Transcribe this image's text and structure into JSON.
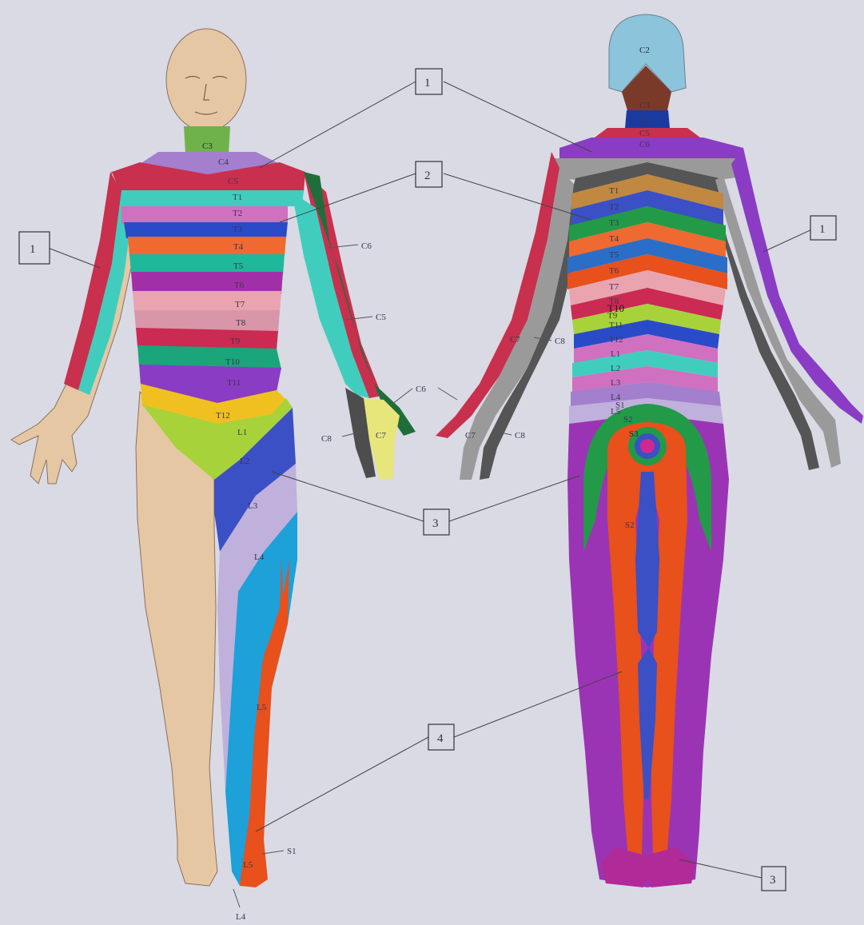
{
  "colors": {
    "background": "#d9dae4",
    "skin": "#e6c7a3",
    "C2": "#8cc4dc",
    "C3": "#6fb24a",
    "C4": "#a37fce",
    "C5": "#c8304e",
    "C6": "#1f6e3a",
    "C7": "#e6e67a",
    "C8": "#4d4d4d",
    "T1": "#41cdbe",
    "T2": "#d070c0",
    "T3": "#2a4bc8",
    "T4": "#ee6a30",
    "T5": "#1eb89a",
    "T6": "#a130a8",
    "T7": "#e9a4b0",
    "T8": "#d896a8",
    "T9": "#cb2a52",
    "T10": "#1aa57a",
    "T11": "#8a3cc4",
    "T12": "#f0c020",
    "L1": "#a8d23a",
    "L2": "#3a50c4",
    "L3": "#c0b0dc",
    "L4": "#1ea0d8",
    "L5": "#e8501c",
    "S1": "#e8501c",
    "S2": "#9b34b4",
    "S3": "#229a48",
    "S45": "#d02890",
    "grey": "#9a9a9a",
    "darkgrey": "#555555",
    "brown": "#7a3a2a",
    "navy": "#1a3aa0"
  },
  "front": {
    "labels": {
      "C3": "C3",
      "C4": "C4",
      "C5": "C5",
      "T1": "T1",
      "T2": "T2",
      "T3": "T3",
      "T4": "T4",
      "T5": "T5",
      "T6": "T6",
      "T7": "T7",
      "T8": "T8",
      "T9": "T9",
      "T10": "T10",
      "T11": "T11",
      "T12": "T12",
      "L1": "L1",
      "L2": "L2",
      "L3": "L3",
      "L4": "L4",
      "L5": "L5",
      "C6": "C6",
      "C5b": "C5",
      "C6b": "C6",
      "C7": "C7",
      "C8": "C8",
      "S1": "S1",
      "L5b": "L5",
      "L4b": "L4"
    }
  },
  "back": {
    "labels": {
      "C2": "C2",
      "C3": "C3",
      "C4": "C4",
      "C5": "C5",
      "C6": "C6",
      "T1": "T1",
      "T2": "T2",
      "T3": "T3",
      "T4": "T4",
      "T5": "T5",
      "T6": "T6",
      "T7": "T7",
      "T8": "T8",
      "T9": "T9",
      "T10": "T10",
      "T11": "T11",
      "T12": "T12",
      "L1": "L1",
      "L2": "L2",
      "L3": "L3",
      "L4": "L4",
      "L5": "L5",
      "S1": "S1",
      "S2": "S2",
      "S3": "S3",
      "S2b": "S2",
      "C8": "C8",
      "C7": "C7",
      "C7b": "C7",
      "C8b": "C8"
    }
  },
  "callouts": {
    "c1_top": "1",
    "c1_left": "1",
    "c1_right": "1",
    "c2": "2",
    "c3_mid": "3",
    "c3_bottom": "3",
    "c4": "4"
  }
}
